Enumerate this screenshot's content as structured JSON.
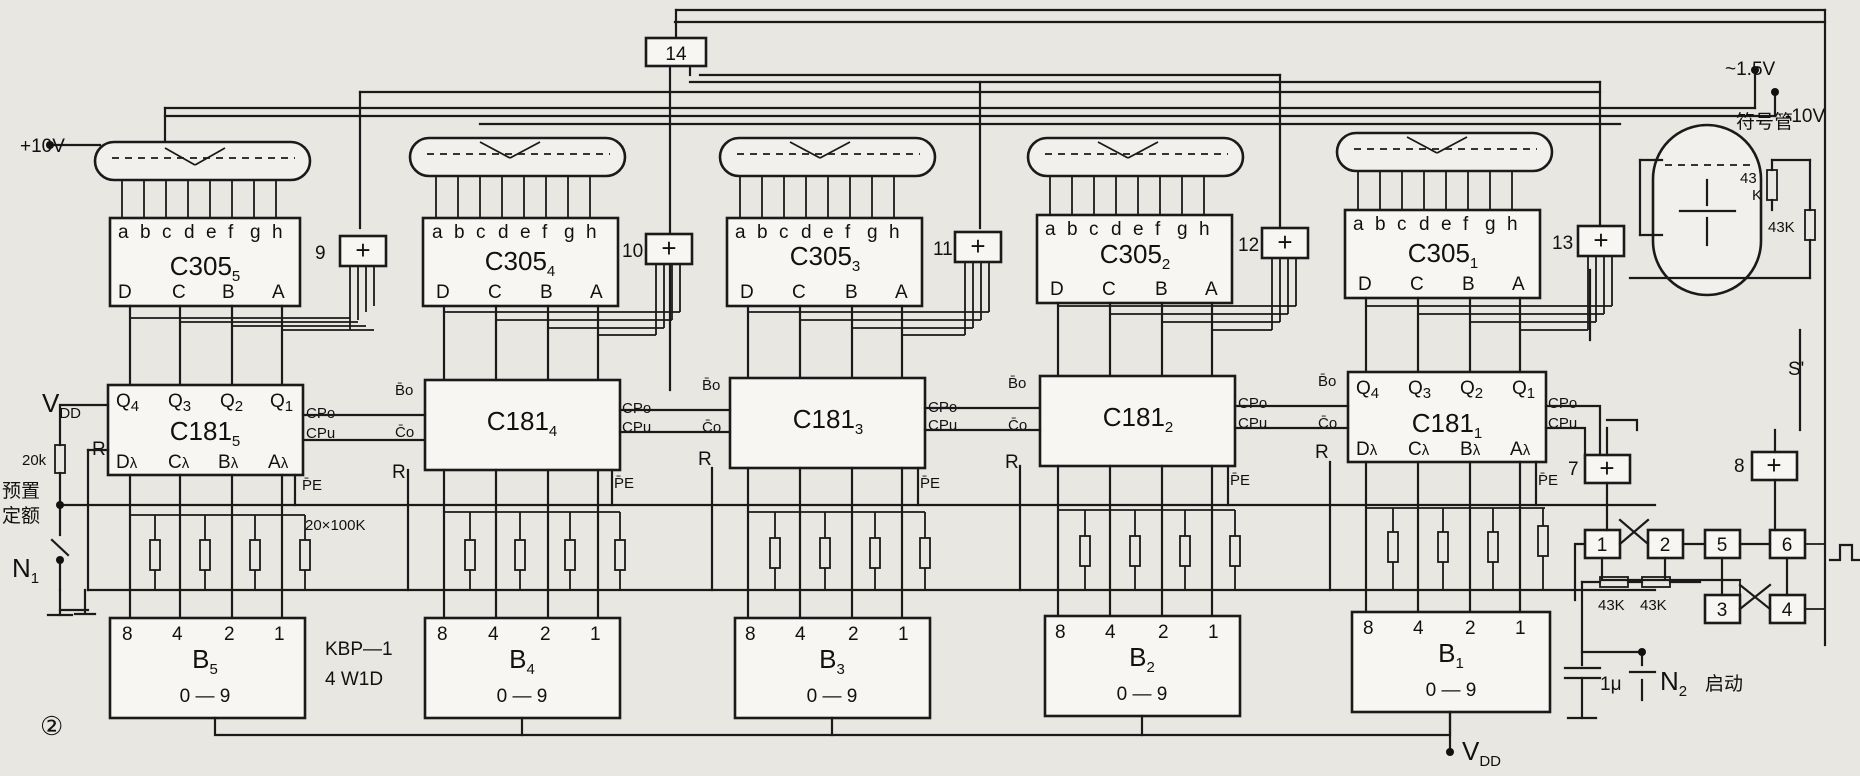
{
  "figure_number": "②",
  "supply": {
    "plus10v": "+10V",
    "ac15v": "~1.5V",
    "minus10v": "-10V",
    "vdd_left": "V",
    "vdd_left_sub": "DD",
    "vdd_bottom": "V",
    "vdd_bottom_sub": "DD"
  },
  "left_controls": {
    "r20k": "20k",
    "preset_line1": "预置",
    "preset_line2": "定额",
    "n1": "N",
    "n1_sub": "1",
    "res_array": "20×100K",
    "switch_model_1": "KBP—1",
    "switch_model_2": "4 W1D"
  },
  "symbol_tube": "符号管",
  "tube_resistors": {
    "r1": "43",
    "r1b": "K",
    "r2": "43K"
  },
  "s_label": "S'",
  "decoder_pins_top": [
    "a",
    "b",
    "c",
    "d",
    "e",
    "f",
    "g",
    "h"
  ],
  "decoder_pins_bottom": [
    "D",
    "C",
    "B",
    "A"
  ],
  "decoders": [
    {
      "label": "C305",
      "sub": "5"
    },
    {
      "label": "C305",
      "sub": "4"
    },
    {
      "label": "C305",
      "sub": "3"
    },
    {
      "label": "C305",
      "sub": "2"
    },
    {
      "label": "C305",
      "sub": "1"
    }
  ],
  "gate_numbers": [
    "9",
    "10",
    "11",
    "12",
    "13"
  ],
  "gate_top": "14",
  "gate_sym": "+",
  "counters": [
    {
      "label": "C181",
      "sub": "5"
    },
    {
      "label": "C181",
      "sub": "4"
    },
    {
      "label": "C181",
      "sub": "3"
    },
    {
      "label": "C181",
      "sub": "2"
    },
    {
      "label": "C181",
      "sub": "1"
    }
  ],
  "counter_pins_top": [
    "Q",
    "Q",
    "Q",
    "Q"
  ],
  "counter_pins_top_sub": [
    "4",
    "3",
    "2",
    "1"
  ],
  "counter_pins_bottom": [
    "D",
    "C",
    "B",
    "A"
  ],
  "counter_pins_bottom_sub": [
    "λ",
    "λ",
    "λ",
    "λ"
  ],
  "counter_side": {
    "bo": "B̄o",
    "co": "C̄o",
    "cpd": "CPo",
    "cpu": "CPu",
    "r": "R",
    "pe": "P̄E"
  },
  "switches": [
    {
      "label": "B",
      "sub": "5",
      "range": "0 — 9"
    },
    {
      "label": "B",
      "sub": "4",
      "range": "0 — 9"
    },
    {
      "label": "B",
      "sub": "3",
      "range": "0 — 9"
    },
    {
      "label": "B",
      "sub": "2",
      "range": "0 — 9"
    },
    {
      "label": "B",
      "sub": "1",
      "range": "0 — 9"
    }
  ],
  "switch_weights": [
    "8",
    "4",
    "2",
    "1"
  ],
  "control": {
    "gate7": "7",
    "gate8": "8",
    "nand": [
      "1",
      "2",
      "5",
      "6",
      "3",
      "4"
    ],
    "r43a": "43K",
    "r43b": "43K",
    "cap": "1μ",
    "n2": "N",
    "n2_sub": "2",
    "start": "启动"
  }
}
